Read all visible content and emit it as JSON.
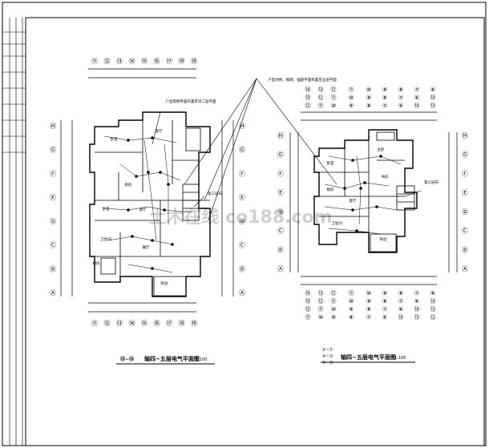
{
  "drawing": {
    "left_plan": {
      "title": "轴四~五层电气平面图",
      "title_prefix": [
        "⑬",
        "~",
        "⑮"
      ],
      "scale": "1:100",
      "top_axes": [
        "⑪",
        "⑫",
        "⑬",
        "⑭",
        "⑮",
        "⑯",
        "⑰",
        "⑱",
        "⑲"
      ],
      "bottom_axes": [
        "⑪",
        "⑫",
        "⑬",
        "⑭",
        "⑮",
        "⑯",
        "⑰",
        "⑱",
        "⑲"
      ],
      "left_axes": [
        "Ⓗ",
        "Ⓖ",
        "Ⓕ",
        "Ⓔ",
        "Ⓓ",
        "Ⓒ",
        "Ⓑ",
        "Ⓐ"
      ],
      "right_axes": [
        "Ⓗ",
        "Ⓖ",
        "Ⓕ",
        "Ⓔ",
        "Ⓓ",
        "Ⓒ",
        "Ⓑ",
        "Ⓐ"
      ]
    },
    "right_plan": {
      "title": "轴四~五层电气平面图",
      "scale": "1:100",
      "left_axes": [
        "Ⓗ",
        "Ⓖ",
        "Ⓕ",
        "Ⓔ",
        "Ⓓ",
        "Ⓒ",
        "Ⓑ",
        "Ⓐ"
      ],
      "right_axes": [
        "Ⓗ",
        "Ⓖ",
        "Ⓕ",
        "Ⓔ",
        "Ⓓ",
        "Ⓒ",
        "Ⓑ",
        "Ⓐ"
      ]
    },
    "notes": [
      "户型照明平面布置参见二层平面",
      "户型对称、照明、插座平面布置见五层平面",
      "第三层布",
      "第三层布"
    ],
    "room_labels": [
      "卧室",
      "客厅",
      "厨房",
      "卫生间",
      "餐厅",
      "阳台",
      "主卧",
      "书房"
    ],
    "watermark": "土木在线 co188.com"
  }
}
